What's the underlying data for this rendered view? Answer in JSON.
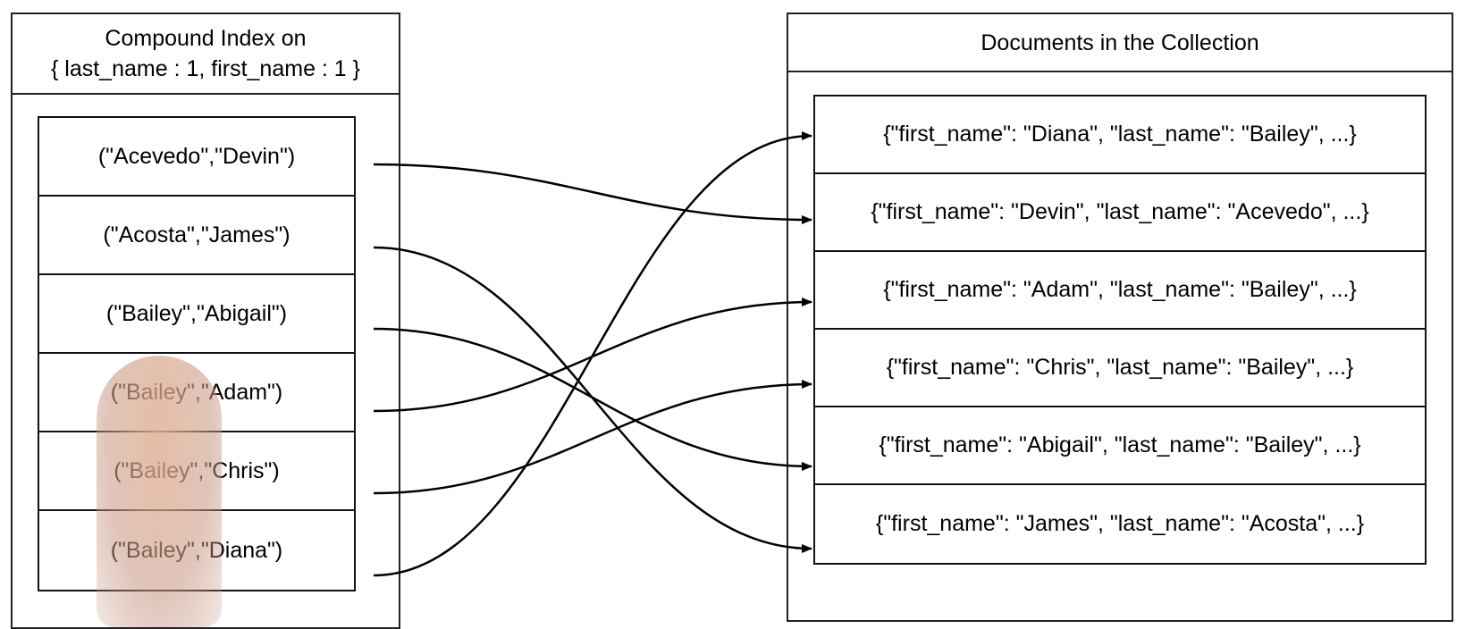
{
  "index": {
    "title_line1": "Compound Index on",
    "title_line2": "{ last_name : 1, first_name : 1 }",
    "entries": [
      "(\"Acevedo\",\"Devin\")",
      "(\"Acosta\",\"James\")",
      "(\"Bailey\",\"Abigail\")",
      "(\"Bailey\",\"Adam\")",
      "(\"Bailey\",\"Chris\")",
      "(\"Bailey\",\"Diana\")"
    ]
  },
  "documents": {
    "title": "Documents in the Collection",
    "entries": [
      "{\"first_name\": \"Diana\", \"last_name\": \"Bailey\", ...}",
      "{\"first_name\": \"Devin\", \"last_name\": \"Acevedo\", ...}",
      "{\"first_name\": \"Adam\", \"last_name\": \"Bailey\", ...}",
      "{\"first_name\": \"Chris\", \"last_name\": \"Bailey\", ...}",
      "{\"first_name\": \"Abigail\", \"last_name\": \"Bailey\", ...}",
      "{\"first_name\": \"James\", \"last_name\": \"Acosta\", ...}"
    ]
  },
  "links": [
    {
      "from": 0,
      "to": 1
    },
    {
      "from": 1,
      "to": 5
    },
    {
      "from": 2,
      "to": 4
    },
    {
      "from": 3,
      "to": 2
    },
    {
      "from": 4,
      "to": 3
    },
    {
      "from": 5,
      "to": 0
    }
  ],
  "colors": {
    "line": "#000000",
    "border": "#222222",
    "background": "#ffffff"
  }
}
